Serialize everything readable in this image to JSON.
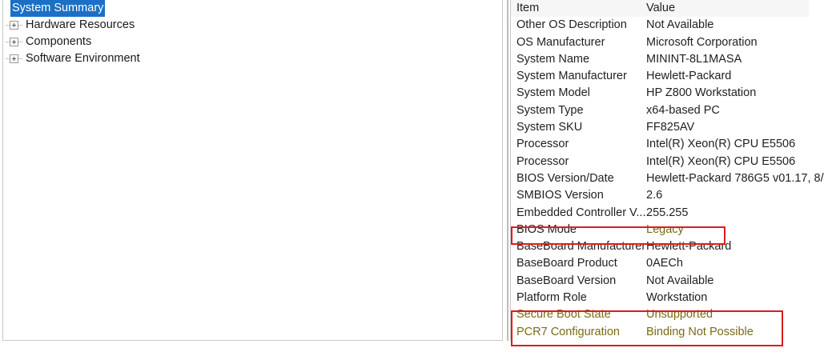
{
  "tree": {
    "items": [
      {
        "label": "System Summary",
        "selected": true,
        "expandable": false
      },
      {
        "label": "Hardware Resources",
        "selected": false,
        "expandable": true
      },
      {
        "label": "Components",
        "selected": false,
        "expandable": true
      },
      {
        "label": "Software Environment",
        "selected": false,
        "expandable": true
      }
    ],
    "selection_color": "#1b70c6"
  },
  "list": {
    "columns": {
      "item": "Item",
      "value": "Value"
    },
    "rows": [
      {
        "item": "Other OS Description",
        "value": "Not Available"
      },
      {
        "item": "OS Manufacturer",
        "value": "Microsoft Corporation"
      },
      {
        "item": "System Name",
        "value": "MININT-8L1MASA"
      },
      {
        "item": "System Manufacturer",
        "value": "Hewlett-Packard"
      },
      {
        "item": "System Model",
        "value": "HP Z800 Workstation"
      },
      {
        "item": "System Type",
        "value": "x64-based PC"
      },
      {
        "item": "System SKU",
        "value": "FF825AV"
      },
      {
        "item": "Processor",
        "value": "Intel(R) Xeon(R) CPU          E5506"
      },
      {
        "item": "Processor",
        "value": "Intel(R) Xeon(R) CPU          E5506"
      },
      {
        "item": "BIOS Version/Date",
        "value": "Hewlett-Packard 786G5 v01.17, 8/"
      },
      {
        "item": "SMBIOS Version",
        "value": "2.6"
      },
      {
        "item": "Embedded Controller V...",
        "value": "255.255"
      },
      {
        "item": "BIOS Mode",
        "value": "Legacy",
        "highlight": true
      },
      {
        "item": "BaseBoard Manufacturer",
        "value": "Hewlett-Packard"
      },
      {
        "item": "BaseBoard Product",
        "value": "0AECh"
      },
      {
        "item": "BaseBoard Version",
        "value": "Not Available"
      },
      {
        "item": "Platform Role",
        "value": "Workstation"
      },
      {
        "item": "Secure Boot State",
        "value": "Unsupported",
        "highlight": true
      },
      {
        "item": "PCR7 Configuration",
        "value": "Binding Not Possible",
        "highlight": true
      }
    ]
  },
  "annotations": {
    "box_color": "#e01b18",
    "boxes": [
      {
        "name": "bios-mode-highlight",
        "rows": [
          "BIOS Mode"
        ]
      },
      {
        "name": "secure-boot-highlight",
        "rows": [
          "Secure Boot State",
          "PCR7 Configuration"
        ]
      }
    ]
  }
}
